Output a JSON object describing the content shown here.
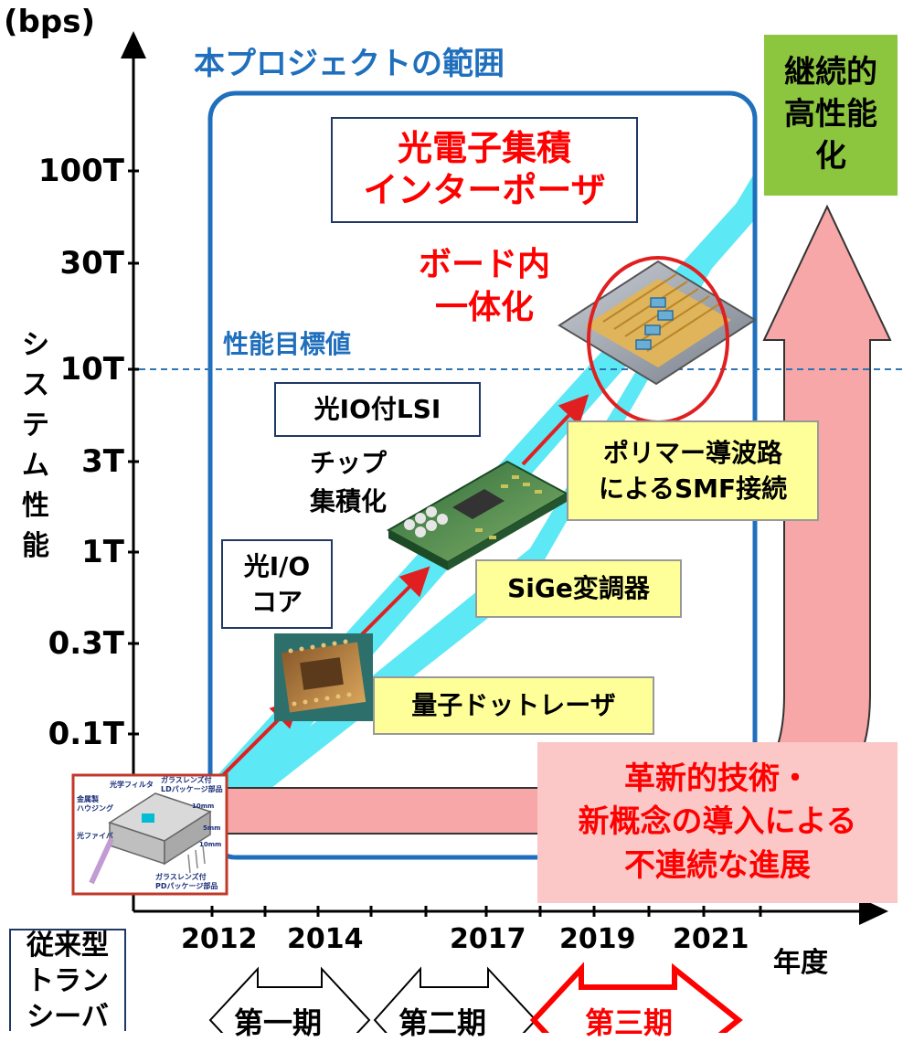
{
  "axis": {
    "y_unit": "(bps)",
    "y_label_chars": [
      "シ",
      "ス",
      "テ",
      "ム",
      "性",
      "能"
    ],
    "y_ticks": [
      "100T",
      "30T",
      "10T",
      "3T",
      "1T",
      "0.3T",
      "0.1T"
    ],
    "x_unit": "年度",
    "x_years": [
      "2012",
      "2014",
      "2017",
      "2019",
      "2021"
    ]
  },
  "project_scope_title": "本プロジェクトの範囲",
  "target_label": "性能目標値",
  "interposer_box": [
    "光電子集積",
    "インターポーザ"
  ],
  "board_integration": [
    "ボード内",
    "一体化"
  ],
  "optical_io_lsi": "光IO付LSI",
  "chip_integration": [
    "チップ",
    "集積化"
  ],
  "optical_io_core": [
    "光I/O",
    "コア"
  ],
  "sige_modulator": "SiGe変調器",
  "quantum_dot_laser": "量子ドットレーザ",
  "polymer_waveguide": [
    "ポリマー導波路",
    "によるSMF接続"
  ],
  "continuous_performance": [
    "継続的",
    "高性能",
    "化"
  ],
  "innovation_box": [
    "革新的技術・",
    "新概念の導入による",
    "不連続な進展"
  ],
  "conventional_transceiver": [
    "従来型",
    "トラン",
    "シーバ"
  ],
  "transceiver_parts": {
    "filter": "光学フィルタ",
    "lens_ld": "ガラスレンズ付",
    "ld_package": "LDパッケージ部品",
    "housing1": "金属製",
    "housing2": "ハウジング",
    "fiber": "光ファイバ",
    "lens_pd": "ガラスレンズ付",
    "pd_package": "PDパッケージ部品",
    "dim1": "10mm",
    "dim2": "5mm",
    "dim3": "10mm"
  },
  "phases": [
    "第一期",
    "第二期",
    "第三期"
  ],
  "colors": {
    "scope_blue": "#1f6fbd",
    "cyan_band": "#5ce8f5",
    "pink_arrow": "#f7a7a7",
    "highlight_red": "#ff0000",
    "label_yellow": "#ffff99",
    "green_box": "#8cc63f",
    "target_line": "#2e75b6"
  }
}
